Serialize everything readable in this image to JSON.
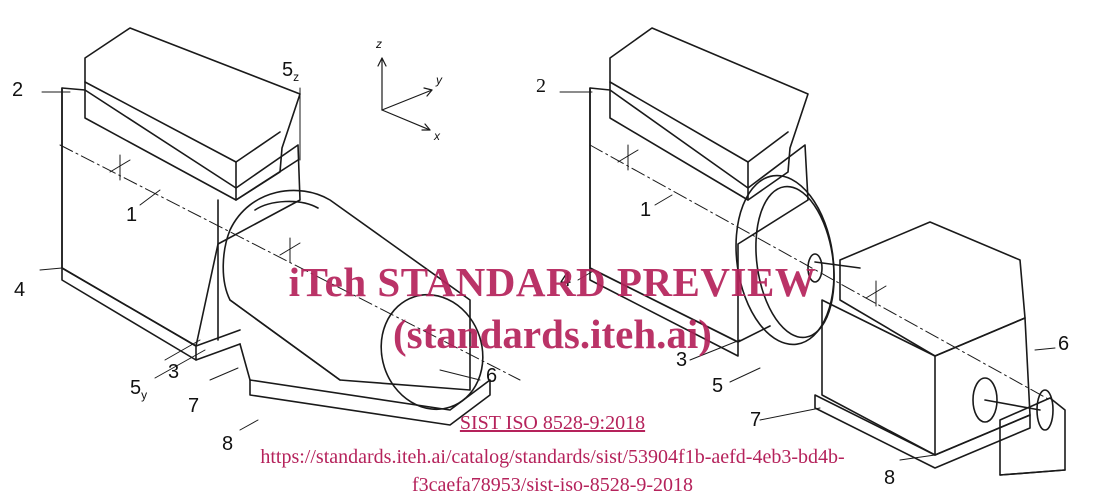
{
  "labels": {
    "left": {
      "l1": "1",
      "l2": "2",
      "l3": "3",
      "l4": "4",
      "l5z": "5",
      "l5z_sub": "z",
      "l5y": "5",
      "l5y_sub": "y",
      "l6": "6",
      "l7": "7",
      "l8": "8"
    },
    "right": {
      "l1": "1",
      "l2": "2",
      "l3": "3",
      "l4": "4",
      "l5": "5",
      "l6": "6",
      "l7": "7",
      "l8": "8"
    },
    "axes": {
      "x": "x",
      "y": "y",
      "z": "z"
    }
  },
  "watermark": {
    "title": "iTeh STANDARD PREVIEW",
    "subtitle": "(standards.iteh.ai)",
    "doc_ref": "SIST ISO 8528-9:2018",
    "url_line1": "https://standards.iteh.ai/catalog/standards/sist/53904f1b-aefd-4eb3-bd4b-",
    "url_line2": "f3caefa78953/sist-iso-8528-9-2018",
    "color": "#b5225b"
  }
}
